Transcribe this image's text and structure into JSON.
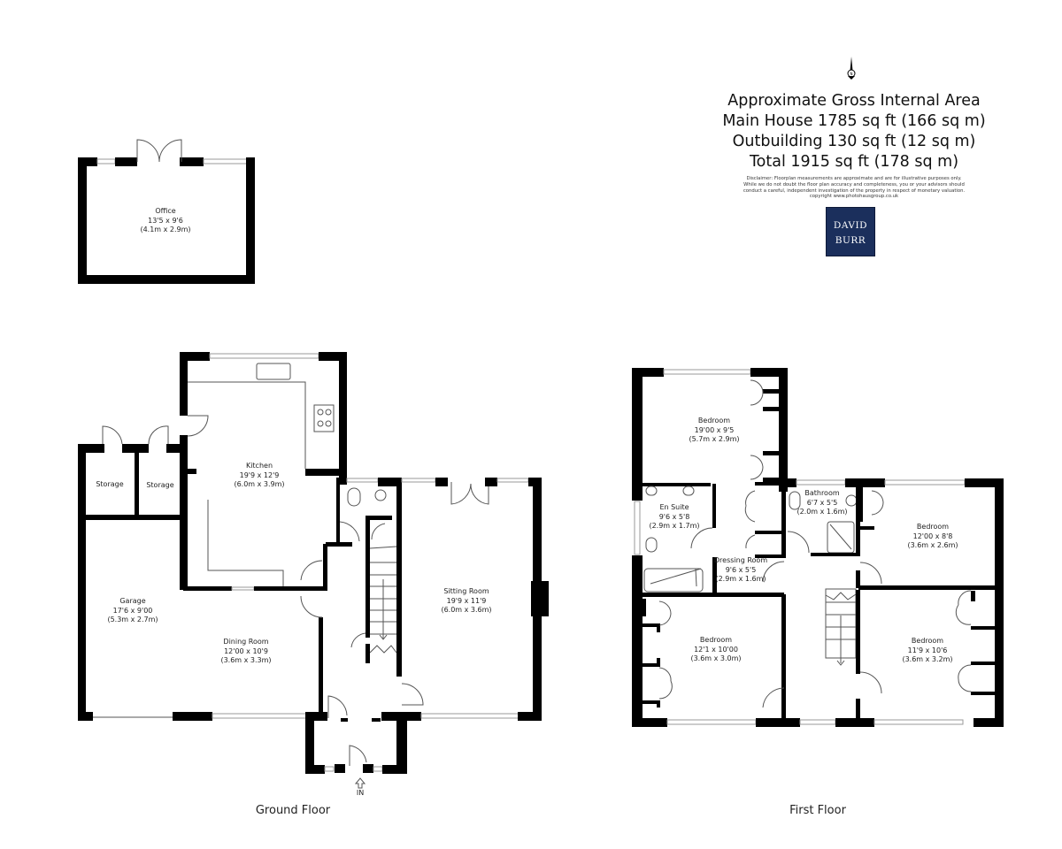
{
  "header": {
    "title": "Approximate Gross Internal Area",
    "main_house": "Main House 1785 sq ft (166 sq m)",
    "outbuilding": "Outbuilding 130 sq ft (12 sq m)",
    "total": "Total 1915 sq ft (178 sq m)",
    "disclaimer": [
      "Disclaimer: Floorplan measurements are approximate and are for illustrative purposes only.",
      "While we do not doubt the floor plan accuracy and completeness, you or your advisors should",
      "conduct a careful, independent investigation of the property in respect of monetary valuation.",
      "copyright www.photohausgroup.co.uk"
    ],
    "logo": {
      "line1": "DAVID",
      "line2": "BURR",
      "color": "#1b2f5c"
    },
    "north_label": "N"
  },
  "outbuilding": {
    "rooms": [
      {
        "name": "Office",
        "imperial": "13'5 x 9'6",
        "metric": "(4.1m x 2.9m)"
      }
    ]
  },
  "ground_floor": {
    "label": "Ground Floor",
    "entrance": "IN",
    "rooms": [
      {
        "name": "Storage"
      },
      {
        "name": "Storage"
      },
      {
        "name": "Kitchen",
        "imperial": "19'9 x 12'9",
        "metric": "(6.0m x 3.9m)"
      },
      {
        "name": "Garage",
        "imperial": "17'6 x 9'00",
        "metric": "(5.3m x 2.7m)"
      },
      {
        "name": "Dining Room",
        "imperial": "12'00 x 10'9",
        "metric": "(3.6m x 3.3m)"
      },
      {
        "name": "Sitting Room",
        "imperial": "19'9 x 11'9",
        "metric": "(6.0m x 3.6m)"
      }
    ]
  },
  "first_floor": {
    "label": "First Floor",
    "rooms": [
      {
        "name": "Bedroom",
        "imperial": "19'00 x 9'5",
        "metric": "(5.7m x 2.9m)"
      },
      {
        "name": "En Suite",
        "imperial": "9'6 x 5'8",
        "metric": "(2.9m x 1.7m)"
      },
      {
        "name": "Dressing Room",
        "imperial": "9'6 x 5'5",
        "metric": "(2.9m x 1.6m)"
      },
      {
        "name": "Bathroom",
        "imperial": "6'7 x 5'5",
        "metric": "(2.0m x 1.6m)"
      },
      {
        "name": "Bedroom",
        "imperial": "12'00 x 8'8",
        "metric": "(3.6m x 2.6m)"
      },
      {
        "name": "Bedroom",
        "imperial": "12'1 x 10'00",
        "metric": "(3.6m x 3.0m)"
      },
      {
        "name": "Bedroom",
        "imperial": "11'9 x 10'6",
        "metric": "(3.6m x 3.2m)"
      }
    ]
  }
}
